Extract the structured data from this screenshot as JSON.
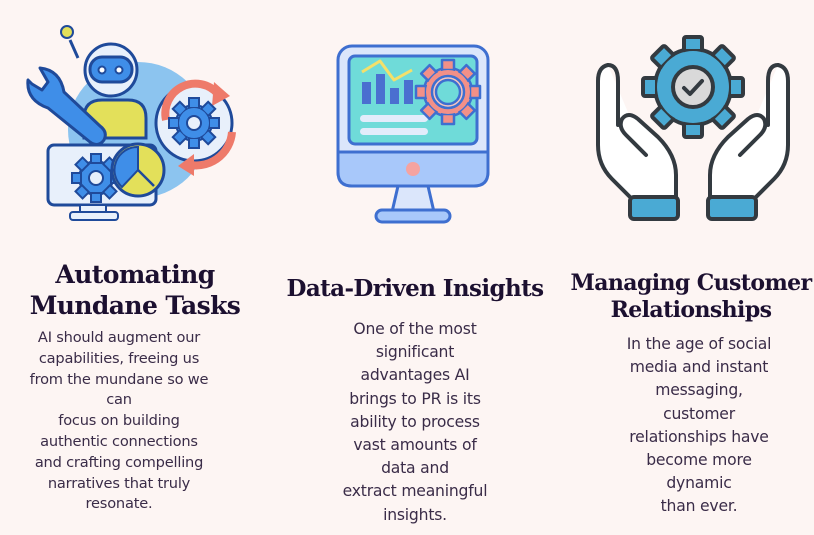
{
  "colors": {
    "background": "#fdf5f3",
    "title_text": "#1c1030",
    "body_text": "#3a2c48",
    "icon_blue": "#3f8ee8",
    "icon_dark_blue": "#1f4a9a",
    "icon_yellow": "#e3e05a",
    "icon_coral": "#ee7a6a",
    "icon_teal": "#6fdbd9",
    "icon_sky": "#4aaad4"
  },
  "columns": [
    {
      "icon": "robot-automation-gears-icon",
      "title_lines": [
        "Automating",
        "Mundane Tasks"
      ],
      "body_lines": [
        "AI should augment our",
        "capabilities, freeing us",
        "from the mundane so we",
        "can",
        "focus on building",
        "authentic connections",
        "and crafting compelling",
        "narratives that truly",
        "resonate."
      ]
    },
    {
      "icon": "monitor-analytics-gear-icon",
      "title_lines": [
        "Data-Driven Insights"
      ],
      "body_lines": [
        "One of the most",
        "significant",
        "advantages AI",
        "brings to PR is its",
        "ability to process",
        "vast amounts of",
        "data and",
        "extract meaningful",
        "insights."
      ]
    },
    {
      "icon": "hands-holding-gear-check-icon",
      "title_lines": [
        "Managing Customer",
        "Relationships"
      ],
      "body_lines": [
        "In the age of social",
        "media and instant",
        "messaging,",
        "customer",
        "relationships have",
        "become more",
        "dynamic",
        "than ever."
      ]
    }
  ]
}
